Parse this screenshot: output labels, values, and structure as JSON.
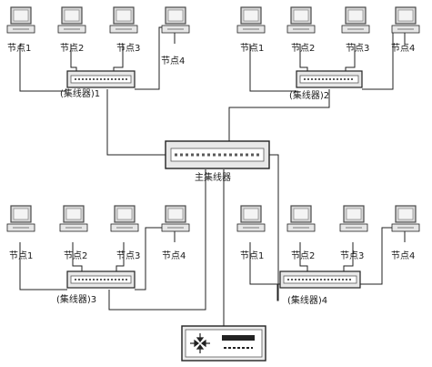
{
  "colors": {
    "stroke": "#222222",
    "screen": "#d8d8d8",
    "bezel": "#4a4a4a",
    "hub_body": "#e8e8e8",
    "hub_panel": "#5a5a5a"
  },
  "hubs": [
    {
      "label": "(集线器)1",
      "icon": "hub-icon",
      "nodes": [
        "节点1",
        "节点2",
        "节点3",
        "节点4"
      ]
    },
    {
      "label": "(集线器)2",
      "icon": "hub-icon",
      "nodes": [
        "节点1",
        "节点2",
        "节点3",
        "节点4"
      ]
    },
    {
      "label": "(集线器)3",
      "icon": "hub-icon",
      "nodes": [
        "节点1",
        "节点2",
        "节点3",
        "节点4"
      ]
    },
    {
      "label": "(集线器)4",
      "icon": "hub-icon",
      "nodes": [
        "节点1",
        "节点2",
        "节点3",
        "节点4"
      ]
    }
  ],
  "main_hub": {
    "label": "主集线器",
    "icon": "main-hub-icon"
  },
  "server": {
    "icon": "router-icon"
  }
}
